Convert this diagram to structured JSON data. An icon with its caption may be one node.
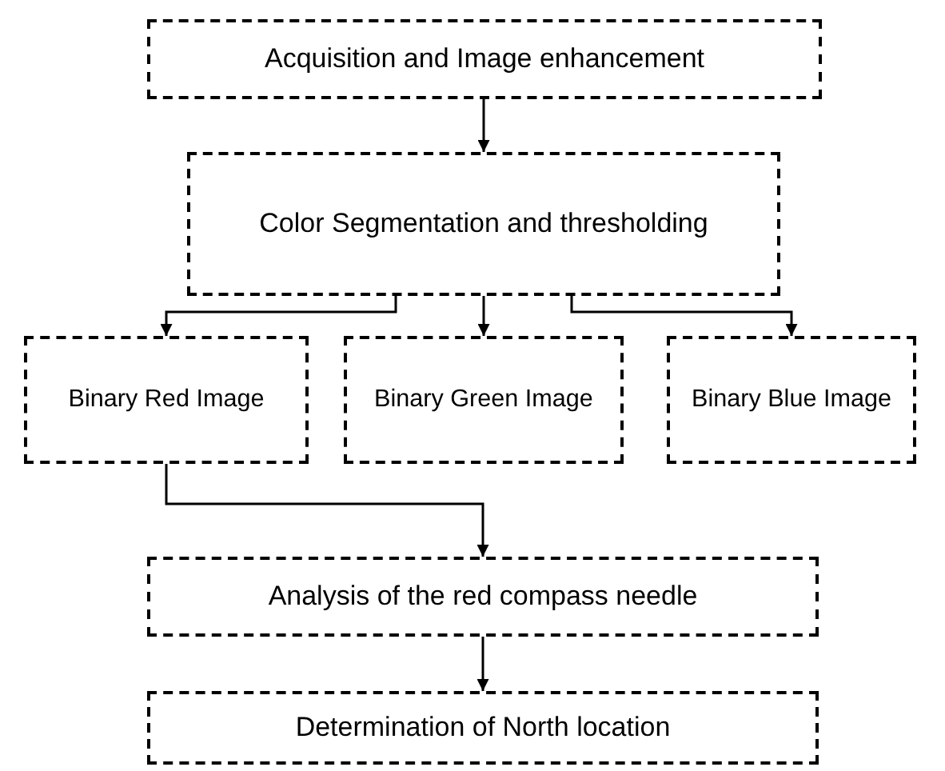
{
  "diagram": {
    "nodes": [
      {
        "text": [
          "Acquisition and Image enhancement"
        ]
      },
      {
        "text": [
          "Color Segmentation and thresholding"
        ]
      },
      {
        "text": [
          "Binary Red Image"
        ]
      },
      {
        "text": [
          "Binary Green Image"
        ]
      },
      {
        "text": [
          "Binary Blue Image"
        ]
      },
      {
        "text": [
          "Analysis of the red compass needle"
        ]
      },
      {
        "text": [
          "Determination of North location"
        ]
      }
    ],
    "edges": [
      {
        "from": 0,
        "to": 1,
        "arrow": "to"
      },
      {
        "from": 1,
        "to": 2,
        "arrow": "to"
      },
      {
        "from": 1,
        "to": 3,
        "arrow": "to"
      },
      {
        "from": 1,
        "to": 4,
        "arrow": "to"
      },
      {
        "from": 2,
        "to": 5,
        "arrow": "to"
      },
      {
        "from": 5,
        "to": 6,
        "arrow": "to"
      }
    ]
  }
}
